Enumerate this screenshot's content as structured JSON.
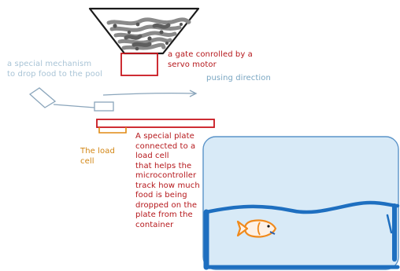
{
  "labels": {
    "gate": "a gate conrolled by a\nservo motor",
    "pushing_direction": "pusing direction",
    "mechanism": "a special mechanism\nto drop food to the pool",
    "load_cell": "The load\ncell",
    "plate": "A special plate\nconnected to a\nload cell\nthat helps the\nmicrocontroller\ntrack how much\nfood is being\ndropped on the\nplate from the\ncontainer"
  },
  "colors": {
    "outline": "#1a1a1a",
    "food": "#7a7a7a",
    "gate": "#c8161d",
    "mechanism": "#8aa5bb",
    "load_cell": "#e08a12",
    "water": "#d8eaf7",
    "pool_wall": "#1e6fc0",
    "fish": "#f08a1c"
  },
  "icons": {
    "fish": "fish-icon",
    "arrow": "push-arrow-icon"
  }
}
